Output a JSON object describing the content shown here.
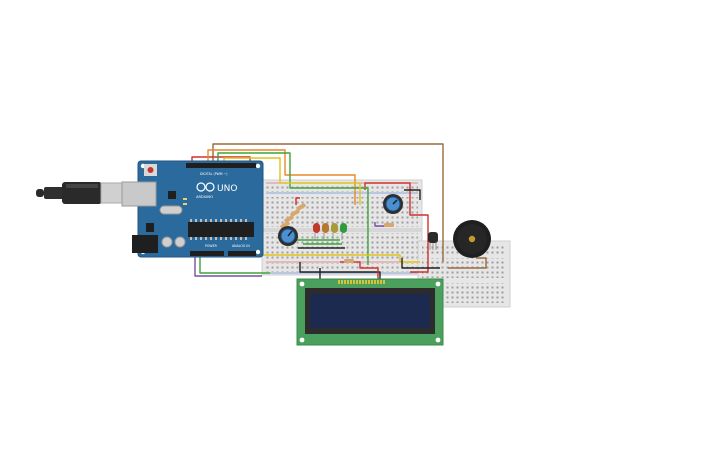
{
  "board": {
    "logo": "UNO",
    "brand": "ARDUINO",
    "power_label": "POWER",
    "analog_label": "ANALOG IN",
    "digital_label": "DIGITAL (PWM ~)"
  },
  "colors": {
    "board_blue": "#2b6a9c",
    "breadboard": "#e6e6e6",
    "lcd_green": "#4aa05c",
    "lcd_screen": "#1d2a4f",
    "wire_red": "#d0312d",
    "wire_green": "#3fa33a",
    "wire_yellow": "#e2c21c",
    "wire_orange": "#e8892a",
    "wire_brown": "#9a6a3d",
    "wire_black": "#222222",
    "wire_purple": "#7a4ea0",
    "led_red": "#c0392b",
    "led_orange": "#b9772b",
    "led_yellow": "#a89a3a",
    "led_green": "#2e9a3e"
  },
  "icons": [
    "usb-cable-icon",
    "potentiometer-icon",
    "led-icon",
    "buzzer-icon",
    "resistor-icon"
  ]
}
